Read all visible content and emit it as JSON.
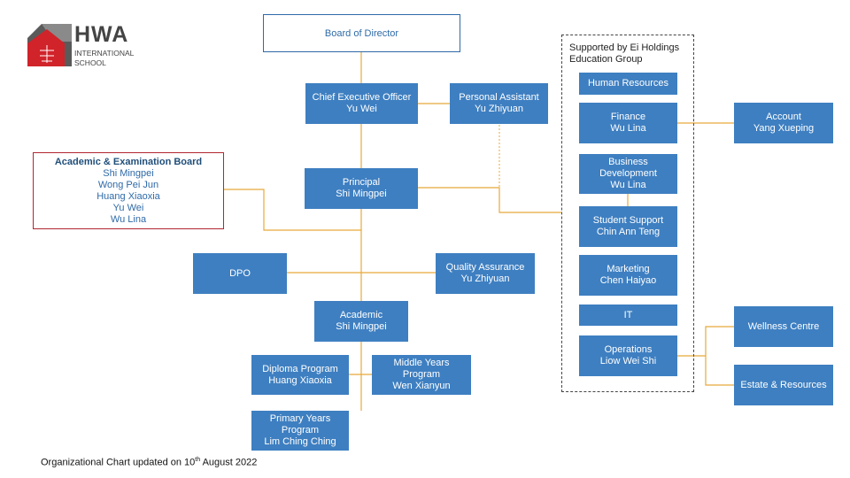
{
  "logo": {
    "brand": "HWA",
    "line1": "INTERNATIONAL",
    "line2": "SCHOOL"
  },
  "board": "Board of Director",
  "ceo": {
    "title": "Chief Executive Officer",
    "name": "Yu Wei"
  },
  "pa": {
    "title": "Personal Assistant",
    "name": "Yu Zhiyuan"
  },
  "principal": {
    "title": "Principal",
    "name": "Shi Mingpei"
  },
  "exam_board": {
    "title": "Academic & Examination Board",
    "members": [
      "Shi Mingpei",
      "Wong Pei Jun",
      "Huang Xiaoxia",
      "Yu Wei",
      "Wu Lina"
    ]
  },
  "dpo": "DPO",
  "qa": {
    "title": "Quality Assurance",
    "name": "Yu Zhiyuan"
  },
  "academic": {
    "title": "Academic",
    "name": "Shi Mingpei"
  },
  "diploma": {
    "title": "Diploma Program",
    "name": "Huang Xiaoxia"
  },
  "myp": {
    "title1": "Middle Years",
    "title2": "Program",
    "name": "Wen Xianyun"
  },
  "pyp": {
    "title1": "Primary Years",
    "title2": "Program",
    "name": "Lim Ching Ching"
  },
  "support_group": {
    "line1": "Supported by Ei Holdings",
    "line2": "Education Group"
  },
  "hr": "Human Resources",
  "finance": {
    "title": "Finance",
    "name": "Wu Lina"
  },
  "bizdev": {
    "title1": "Business",
    "title2": "Development",
    "name": "Wu Lina"
  },
  "student_support": {
    "title": "Student Support",
    "name": "Chin Ann Teng"
  },
  "marketing": {
    "title": "Marketing",
    "name": "Chen Haiyao"
  },
  "it": "IT",
  "operations": {
    "title": "Operations",
    "name": "Liow Wei Shi"
  },
  "account": {
    "title": "Account",
    "name": "Yang Xueping"
  },
  "wellness": "Wellness Centre",
  "estate": "Estate & Resources",
  "footer": {
    "text": "Organizational Chart updated on 10",
    "sup": "th",
    "rest": " August 2022"
  },
  "colors": {
    "box": "#3e7fc1",
    "line": "#e8a93a",
    "board_border": "#2f6aa8",
    "exam_border": "#b22630"
  }
}
